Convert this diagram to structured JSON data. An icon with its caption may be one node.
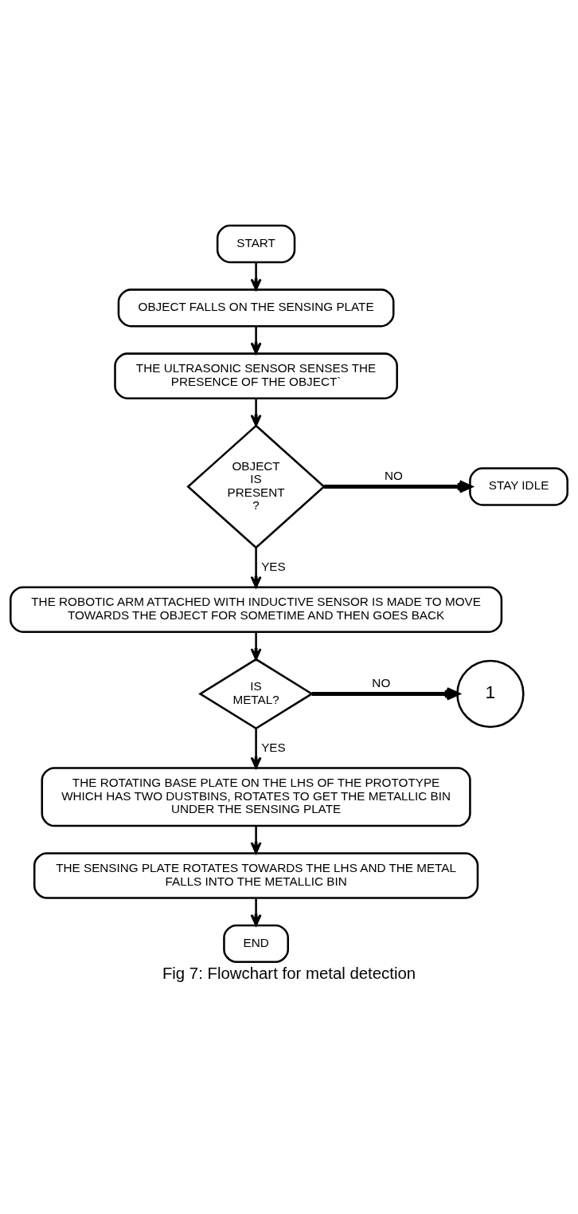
{
  "diagram": {
    "caption": "Fig 7: Flowchart for metal detection",
    "nodes": [
      {
        "text": [
          "START"
        ]
      },
      {
        "text": [
          "OBJECT FALLS ON THE SENSING PLATE"
        ]
      },
      {
        "text": [
          "THE ULTRASONIC SENSOR SENSES THE PRESENCE OF THE OBJECT`"
        ]
      },
      {
        "text": [
          "OBJECT IS PRESENT ?"
        ]
      },
      {
        "text": [
          "STAY IDLE"
        ]
      },
      {
        "text": [
          "THE ROBOTIC ARM ATTACHED WITH INDUCTIVE SENSOR IS MADE TO MOVE TOWARDS THE OBJECT FOR SOMETIME AND THEN GOES BACK"
        ]
      },
      {
        "text": [
          "IS METAL?"
        ]
      },
      {
        "text": [
          "1"
        ]
      },
      {
        "text": [
          "THE ROTATING BASE PLATE ON THE LHS OF THE PROTOTYPE WHICH HAS TWO DUSTBINS, ROTATES TO GET THE METALLIC BIN UNDER THE SENSING PLATE"
        ]
      },
      {
        "text": [
          "THE SENSING PLATE ROTATES TOWARDS THE LHS AND THE METAL FALLS INTO THE METALLIC BIN"
        ]
      },
      {
        "text": [
          "END"
        ]
      }
    ],
    "edges": [
      {
        "from": 0,
        "to": 1,
        "arrow": "to"
      },
      {
        "from": 1,
        "to": 2,
        "arrow": "to"
      },
      {
        "from": 2,
        "to": 3,
        "arrow": "to"
      },
      {
        "from": 3,
        "to": 4,
        "arrow": "to",
        "label": "NO",
        "style": "thick"
      },
      {
        "from": 3,
        "to": 5,
        "arrow": "to",
        "label": "YES"
      },
      {
        "from": 5,
        "to": 6,
        "arrow": "to"
      },
      {
        "from": 6,
        "to": 7,
        "arrow": "to",
        "label": "NO",
        "style": "thick"
      },
      {
        "from": 6,
        "to": 8,
        "arrow": "to",
        "label": "YES"
      },
      {
        "from": 8,
        "to": 9,
        "arrow": "to"
      },
      {
        "from": 9,
        "to": 10,
        "arrow": "to"
      }
    ]
  }
}
